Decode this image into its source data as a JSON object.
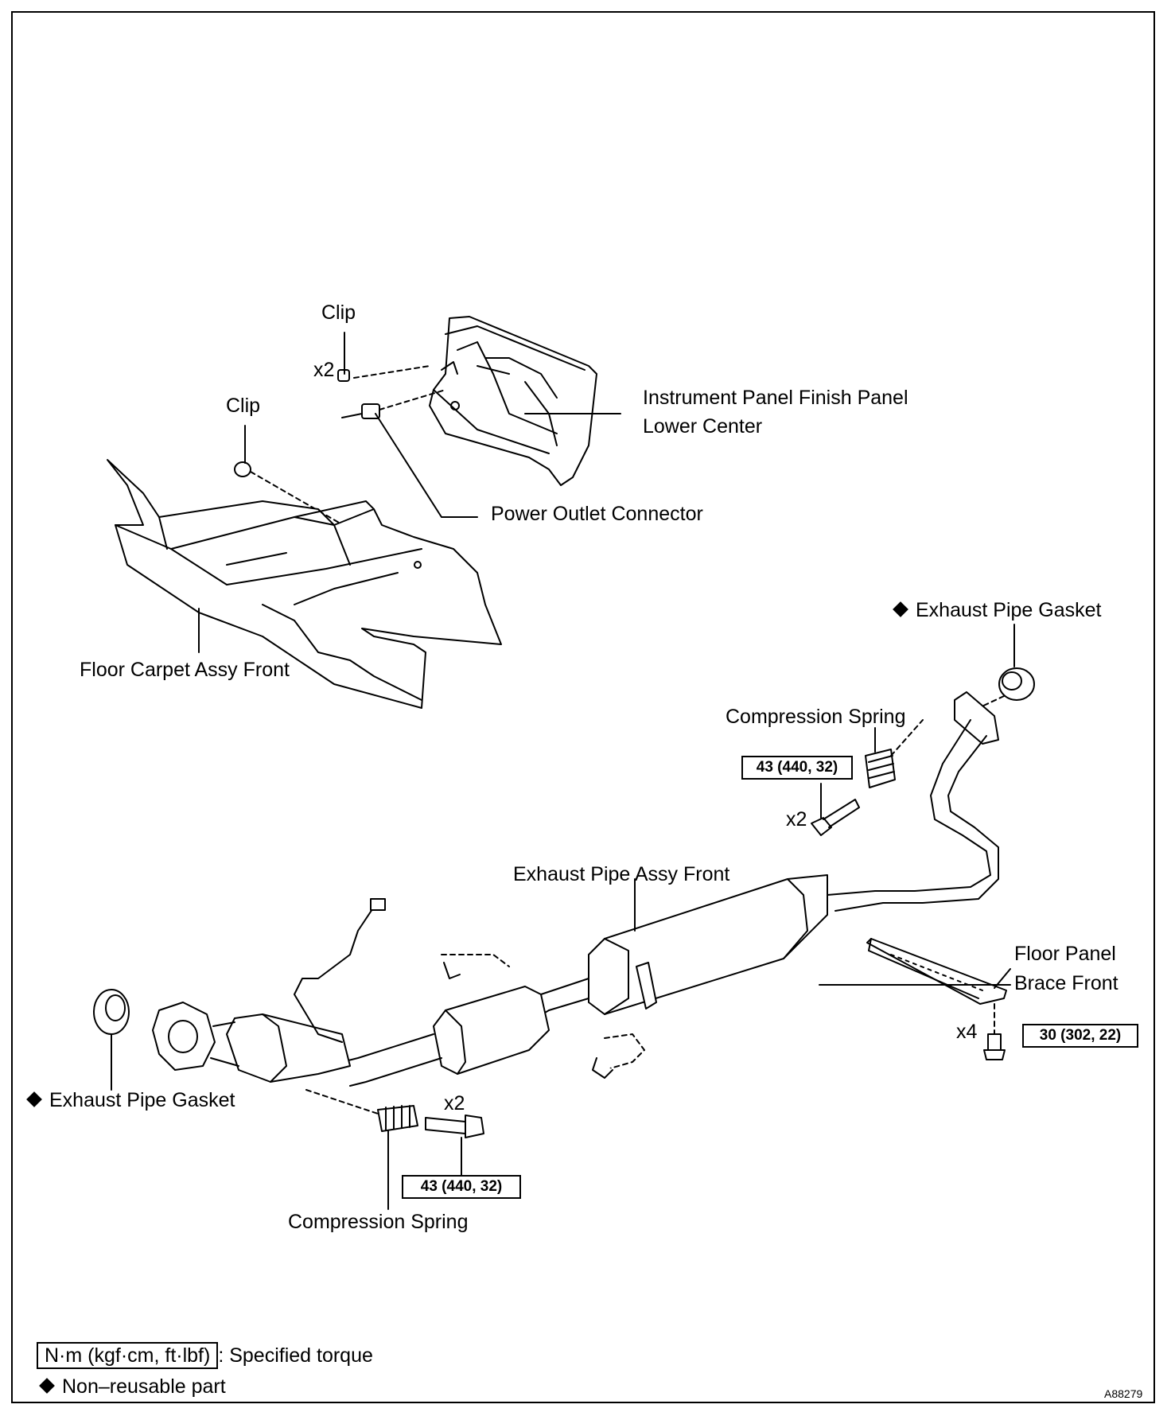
{
  "labels": {
    "clip_top": "Clip",
    "clip_top_qty": "x2",
    "clip_left": "Clip",
    "instrument_panel_line1": "Instrument Panel Finish Panel",
    "instrument_panel_line2": "Lower Center",
    "power_outlet": "Power Outlet Connector",
    "floor_carpet": "Floor Carpet Assy Front",
    "exhaust_gasket_right": "Exhaust Pipe Gasket",
    "compression_spring_top": "Compression Spring",
    "bolt_top_qty": "x2",
    "exhaust_pipe_assy": "Exhaust Pipe Assy Front",
    "floor_panel_brace_line1": "Floor Panel",
    "floor_panel_brace_line2": "Brace Front",
    "brace_bolt_qty": "x4",
    "exhaust_gasket_left": "Exhaust Pipe Gasket",
    "bolt_bottom_qty": "x2",
    "compression_spring_bottom": "Compression Spring"
  },
  "torques": {
    "top_bolt": "43 (440, 32)",
    "brace_bolt": "30 (302, 22)",
    "bottom_bolt": "43 (440, 32)"
  },
  "legend": {
    "torque_units": "N·m (kgf·cm, ft·lbf)",
    "torque_desc": ": Specified torque",
    "nonreusable_desc": "Non–reusable part"
  },
  "figure_code": "A88279"
}
